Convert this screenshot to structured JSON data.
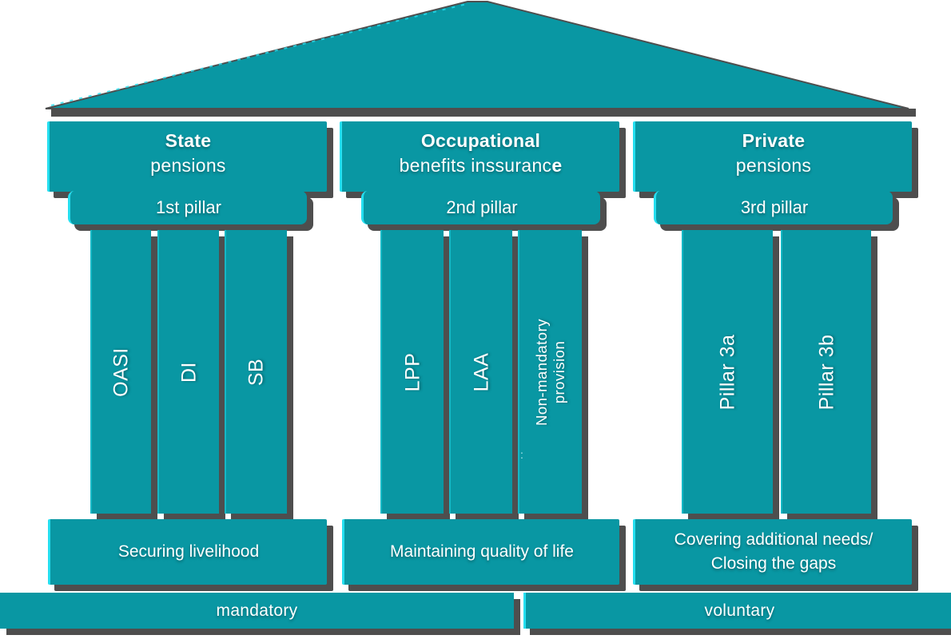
{
  "title": "Swiss three-pillar pension system diagram",
  "colors": {
    "teal": "#0997a3",
    "cyan_accent": "#25dff0",
    "shadow_gray": "#4e4e4e",
    "text": "#ffffff",
    "background": "#ffffff"
  },
  "roof": {
    "shape": "triangle-roof"
  },
  "pillars": [
    {
      "header_line1": "State",
      "header_line2": "pensions",
      "header_line2_bold": "",
      "pillar_label": "1st pillar",
      "columns": [
        "OASI",
        "DI",
        "SB"
      ],
      "description": "Securing livelihood"
    },
    {
      "header_line1": "Occupational",
      "header_line2": "benefits inssuranc",
      "header_line2_bold": "e",
      "pillar_label": "2nd pillar",
      "columns": [
        "LPP",
        "LAA",
        "Non-mandatory\nprovision"
      ],
      "description": "Maintaining quality of life"
    },
    {
      "header_line1": "Private",
      "header_line2": "pensions",
      "header_line2_bold": "",
      "pillar_label": "3rd pillar",
      "columns": [
        "Pillar 3a",
        "Pillar 3b"
      ],
      "description": "Covering additional needs/\nClosing the gaps"
    }
  ],
  "footer": {
    "left_bar": "mandatory",
    "right_bar": "voluntary"
  },
  "artifact_colon": ":"
}
